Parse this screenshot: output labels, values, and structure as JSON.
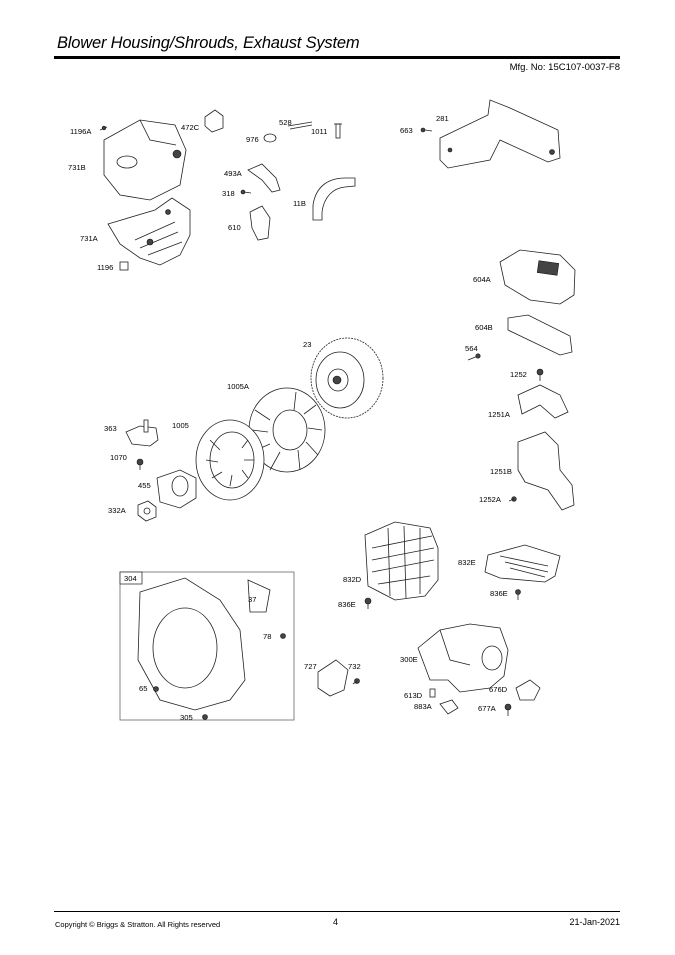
{
  "header": {
    "title": "Blower Housing/Shrouds, Exhaust System",
    "mfg": "Mfg. No: 15C107-0037-F8"
  },
  "footer": {
    "copyright": "Copyright ©  Briggs & Stratton. All Rights reserved",
    "page": "4",
    "date": "21-Jan-2021"
  },
  "labels": {
    "l1196A": "1196A",
    "l472C": "472C",
    "l528": "528",
    "l976": "976",
    "l1011": "1011",
    "l663": "663",
    "l281": "281",
    "l731B": "731B",
    "l493A": "493A",
    "l318": "318",
    "l11B": "11B",
    "l610": "610",
    "l731A": "731A",
    "l1196": "1196",
    "l604A": "604A",
    "l604B": "604B",
    "l564": "564",
    "l23": "23",
    "l1252": "1252",
    "l1005A": "1005A",
    "l1251A": "1251A",
    "l363": "363",
    "l1005": "1005",
    "l1070": "1070",
    "l1251B": "1251B",
    "l455": "455",
    "l1252A": "1252A",
    "l332A": "332A",
    "l832E": "832E",
    "l304": "304",
    "l832D": "832D",
    "l37": "37",
    "l836E_a": "836E",
    "l836E_b": "836E",
    "l78": "78",
    "l300E": "300E",
    "l727": "727",
    "l732": "732",
    "l65": "65",
    "l676D": "676D",
    "l613D": "613D",
    "l883A": "883A",
    "l305": "305",
    "l677A": "677A"
  }
}
